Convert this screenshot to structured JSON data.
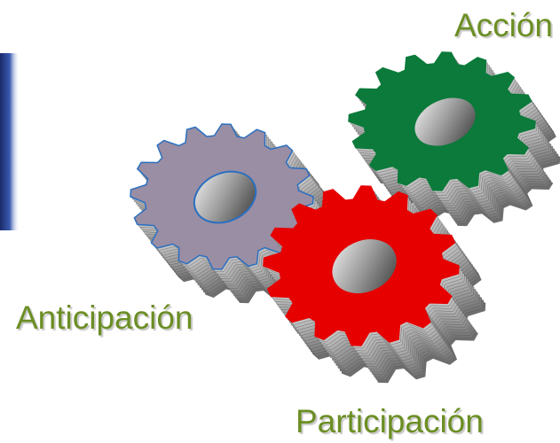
{
  "labels": {
    "accion": "Acción",
    "anticipacion": "Anticipación",
    "participacion": "Participación"
  },
  "gears": [
    {
      "id": "gear-accion",
      "name": "accion",
      "color": "#0b7a3a",
      "edge_color": "#0b7a3a"
    },
    {
      "id": "gear-anticipacion",
      "name": "anticipacion",
      "color": "#9a8ea4",
      "edge_color": "#2a6fc0"
    },
    {
      "id": "gear-participacion",
      "name": "participacion",
      "color": "#e60000",
      "edge_color": "#e60000"
    }
  ],
  "colors": {
    "label_text": "#6b8e23",
    "gear_side": "#8c8c8c",
    "hole": "#7a7a7a"
  }
}
